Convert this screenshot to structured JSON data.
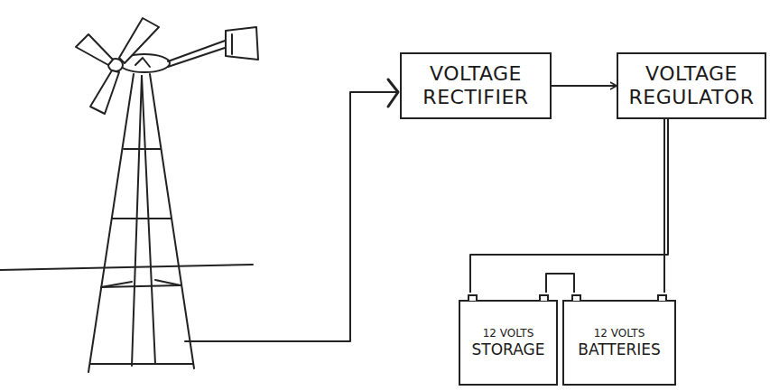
{
  "diagram": {
    "nodes": [
      {
        "text": [
          "VOLTAGE RECTIFIER"
        ]
      },
      {
        "text": [
          "VOLTAGE REGULATOR"
        ]
      },
      {
        "text": [
          "12 VOLTS",
          "STORAGE"
        ]
      },
      {
        "text": [
          "12 VOLTS",
          "BATTERIES"
        ]
      }
    ],
    "edges": [
      {
        "from": 0,
        "to": 1,
        "arrow": "to"
      },
      {
        "from": 1,
        "to": 2,
        "arrow": "none"
      },
      {
        "from": 1,
        "to": 3,
        "arrow": "none"
      },
      {
        "from": 2,
        "to": 3,
        "arrow": "none"
      }
    ]
  }
}
